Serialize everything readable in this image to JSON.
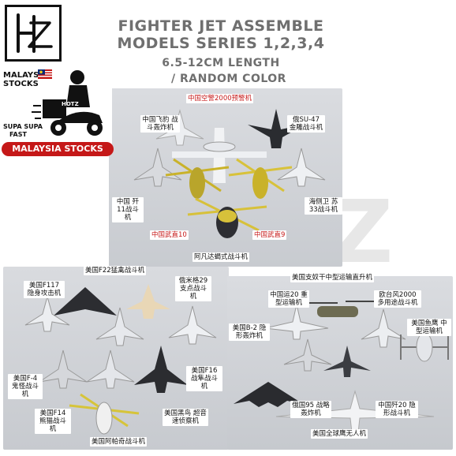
{
  "header": {
    "title_line1": "FIGHTER JET ASSEMBLE",
    "title_line2": "MODELS SERIES 1,2,3,4",
    "subtitle_line1": "6.5-12CM LENGTH",
    "subtitle_line2": "/ RANDOM COLOR"
  },
  "brand": {
    "logo_text": "Hz",
    "stocks_left": "MALAYSIA STOCKS",
    "hotz": "HOTZ",
    "supa_line1": "SUPA SUPA",
    "supa_line2": "FAST",
    "banner": "MALAYSIA STOCKS",
    "watermark": "HOTZ"
  },
  "series_top": {
    "labels": {
      "awacs": "中国空警2000预警机",
      "jh7": "中国飞豹 战斗轰炸机",
      "su47": "俄SU-47 金雕战斗机",
      "j11": "中国 歼11战斗机",
      "su33": "海侧卫 苏33战斗机",
      "z10": "中国武直10",
      "z9": "中国武直9",
      "ka50": "阿凡达蝎式战斗机"
    }
  },
  "series_left": {
    "labels": {
      "f22": "美国F22猛禽战斗机",
      "f117": "美国F117 隐身攻击机",
      "mig29": "俄米格29 支点战斗机",
      "f4": "美国F-4 鬼怪战斗机",
      "f16": "美国F16 战隼战斗机",
      "f14": "美国F14 熊猫战斗机",
      "sr71": "美国黑鸟 超音速侦察机",
      "apache": "美国阿帕奇战斗机"
    }
  },
  "series_right": {
    "labels": {
      "chinook": "美国支奴干中型运输直升机",
      "y20": "中国运20 重型运输机",
      "typhoon": "欧台风2000 多用途战斗机",
      "b2": "美国B-2 隐形轰炸机",
      "osprey": "美国鱼鹰 中型运输机",
      "su95": "俄国95 战略轰炸机",
      "j20": "中国歼20 隐形战斗机",
      "globalhawk": "美国全球鹰无人机"
    }
  },
  "colors": {
    "title_gray": "#6f6f6f",
    "panel_bg": "#d4d6da",
    "brand_red": "#c51818",
    "label_red": "#c61a1a"
  }
}
